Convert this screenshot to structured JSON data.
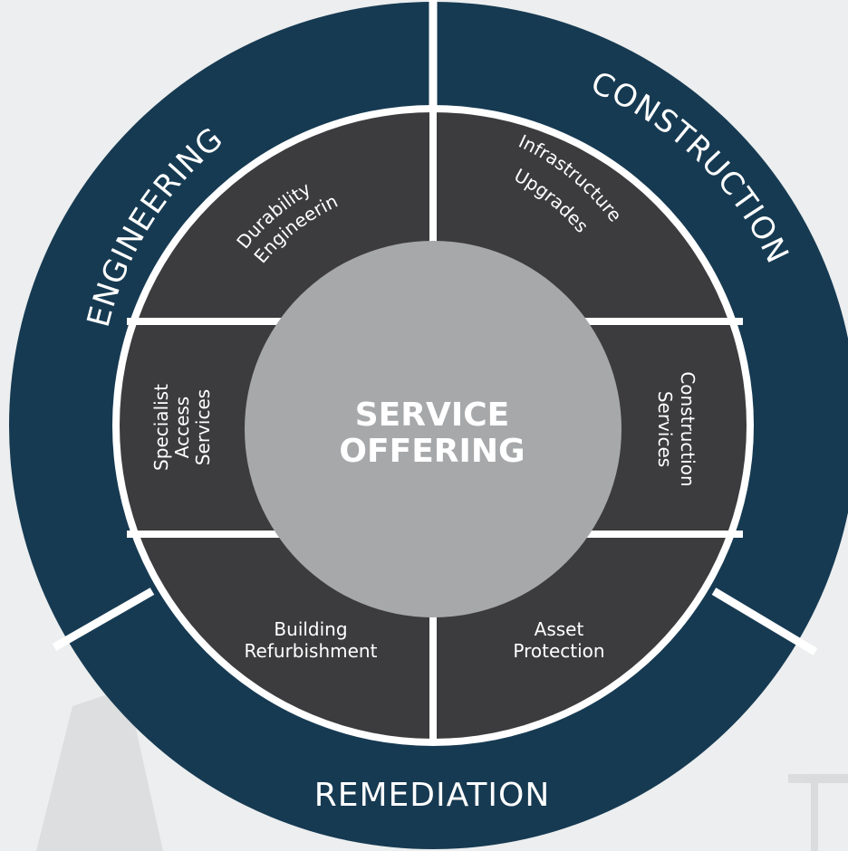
{
  "background_color": "#eceeef",
  "colors": {
    "outer_ring": "#163a52",
    "segment": "#3c3c3e",
    "core": "#a7a8aa",
    "divider": "#ffffff",
    "text": "#ffffff"
  },
  "outer_ring": {
    "engineering": "ENGINEERING",
    "construction": "CONSTRUCTION",
    "remediation": "REMEDIATION"
  },
  "segments": {
    "durability_engineering": [
      "Durability",
      "Engineering"
    ],
    "infrastructure_upgrades": [
      "Infrastructure",
      "Upgrades"
    ],
    "construction_services": [
      "Construction",
      "Services"
    ],
    "asset_protection": [
      "Asset",
      "Protection"
    ],
    "building_refurbishment": [
      "Building",
      "Refurbishment"
    ],
    "specialist_access_services": [
      "Specialist",
      "Access",
      "Services"
    ]
  },
  "core": {
    "line1": "SERVICE",
    "line2": "OFFERING"
  }
}
